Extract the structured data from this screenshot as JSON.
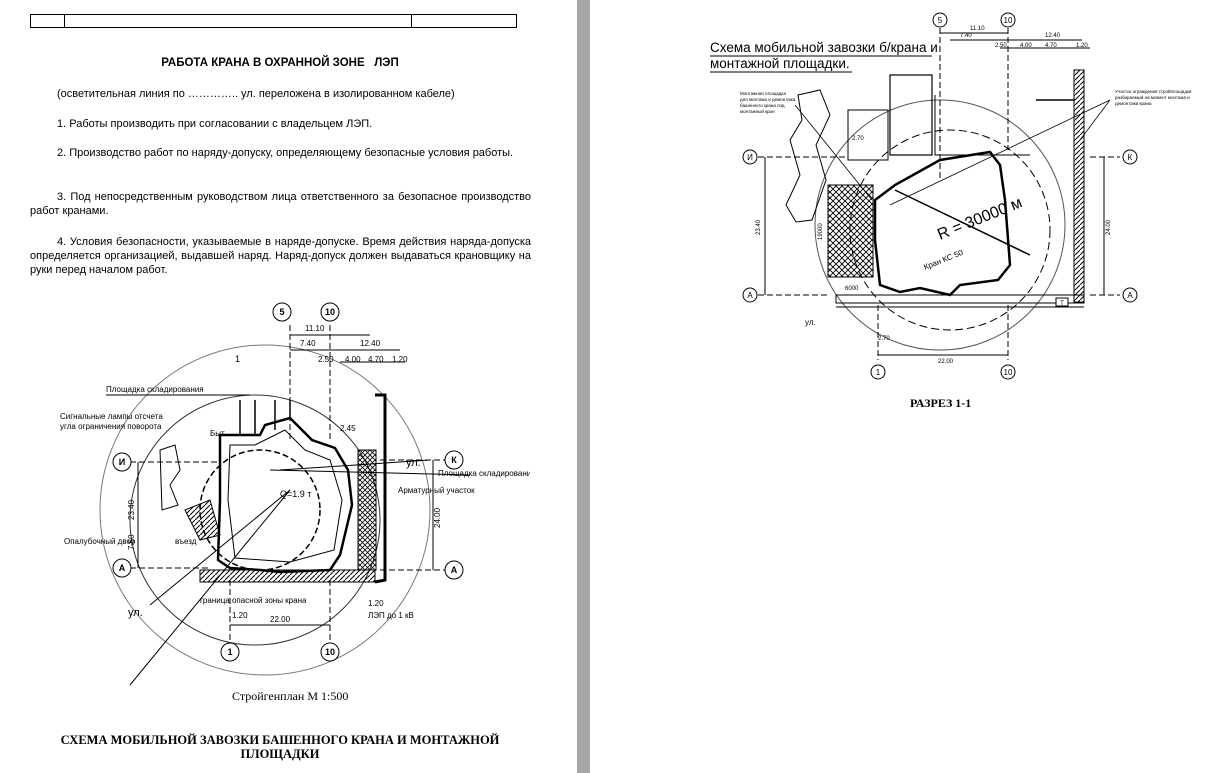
{
  "left_page": {
    "title": "РАБОТА КРАНА В ОХРАННОЙ ЗОНЕ   ЛЭП",
    "note": "(осветительная линия по …………..   ул. переложена в изолированном кабеле)",
    "items": [
      "1. Работы производить при согласовании с владельцем ЛЭП.",
      "2. Производство работ по наряду-допуску, определяющему безопасные условия работы.",
      "3. Под непосредственным руководством лица ответственного за безопасное производство работ кранами.",
      "4. Условия безопасности, указываемые в наряде-допуске. Время действия наряда-допуска определяется организацией, выдавшей наряд. Наряд-допуск должен выдаваться крановщику на руки перед началом работ."
    ],
    "plan": {
      "axis_labels": [
        "5",
        "10",
        "И",
        "К",
        "А",
        "А",
        "1",
        "10"
      ],
      "dims": [
        "11.10",
        "7.40",
        "12.40",
        "2.50",
        "4.00",
        "4.70",
        "1.20",
        "23.40",
        "24.00",
        "22.00",
        "7.50",
        "1.20",
        "2.45",
        "1.20"
      ],
      "labels": {
        "storage_top": "Площадка складирования",
        "signal": "Сигнальные лампы отсчета",
        "signal2": "угла ограничения поворота",
        "storage_right": "Площадка складирования",
        "rebar": "Арматурный участок",
        "formwork": "Опалубочный двор",
        "street": "ул.",
        "boundary": "граница  опасной  зоны  крана",
        "power_line": "ЛЭП до 1 кВ",
        "q": "Q=1.9 т",
        "entry": "въезд",
        "byt": "Быт.",
        "cut": "1"
      }
    },
    "plan_caption": "Стройгенплан М 1:500",
    "bottom_caption_1": "СХЕМА  МОБИЛЬНОЙ ЗАВОЗКИ БАШЕННОГО  КРАНА И МОНТАЖНОЙ",
    "bottom_caption_2": "ПЛОЩАДКИ"
  },
  "right_page": {
    "title_1": "Схема мобильной завозки б/крана и",
    "title_2": "монтажной площадки.",
    "axis_labels": [
      "5",
      "10",
      "И",
      "К",
      "А",
      "А",
      "1",
      "10"
    ],
    "dims": [
      "11.10",
      "7.40",
      "12.40",
      "2.50",
      "4.00",
      "4.70",
      "1.20",
      "2.70",
      "23.40",
      "24.00",
      "19000",
      "6000",
      "2.70",
      "22.00"
    ],
    "labels": {
      "mount_area_1": "Монтажная площадка",
      "mount_area_2": "для монтажа и демонтажа",
      "mount_area_3": "башенного крана под",
      "mount_area_4": "монтажный кран",
      "fence_1": "Участок ограждения стройплощадки",
      "fence_2": "разбираемый на момент монтажа и",
      "fence_3": "демонтажа крана",
      "radius": "R = 30000 м",
      "crane": "Кран КС 50",
      "street": "ул.",
      "t": "Т"
    },
    "section_caption": "РАЗРЕЗ 1-1"
  }
}
